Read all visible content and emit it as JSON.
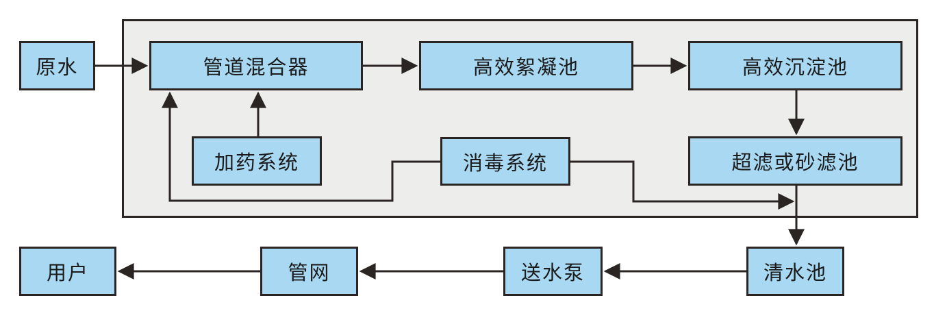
{
  "diagram": {
    "type": "flowchart",
    "background_color": "#ffffff",
    "colors": {
      "node_fill": "#a8d8f2",
      "node_border": "#2a2523",
      "container_fill": "#ededec",
      "line": "#2a2523",
      "text": "#1b1b1b"
    },
    "container": {
      "description": "treatment-plant-boundary"
    },
    "nodes": {
      "raw_water": {
        "label": "原水"
      },
      "pipe_mixer": {
        "label": "管道混合器"
      },
      "flocculation_tank": {
        "label": "高效絮凝池"
      },
      "sedimentation_tank": {
        "label": "高效沉淀池"
      },
      "dosing_system": {
        "label": "加药系统"
      },
      "disinfection_system": {
        "label": "消毒系统"
      },
      "filter_tank": {
        "label": "超滤或砂滤池"
      },
      "clear_water_tank": {
        "label": "清水池"
      },
      "delivery_pump": {
        "label": "送水泵"
      },
      "pipe_network": {
        "label": "管网"
      },
      "user": {
        "label": "用户"
      }
    },
    "edges": [
      {
        "from": "原水",
        "to": "管道混合器"
      },
      {
        "from": "管道混合器",
        "to": "高效絮凝池"
      },
      {
        "from": "高效絮凝池",
        "to": "高效沉淀池"
      },
      {
        "from": "高效沉淀池",
        "to": "超滤或砂滤池"
      },
      {
        "from": "加药系统",
        "to": "管道混合器"
      },
      {
        "from": "消毒系统",
        "to": "管道混合器"
      },
      {
        "from": "消毒系统",
        "to": "清水池管线"
      },
      {
        "from": "超滤或砂滤池",
        "to": "清水池"
      },
      {
        "from": "清水池",
        "to": "送水泵"
      },
      {
        "from": "送水泵",
        "to": "管网"
      },
      {
        "from": "管网",
        "to": "用户"
      }
    ]
  }
}
